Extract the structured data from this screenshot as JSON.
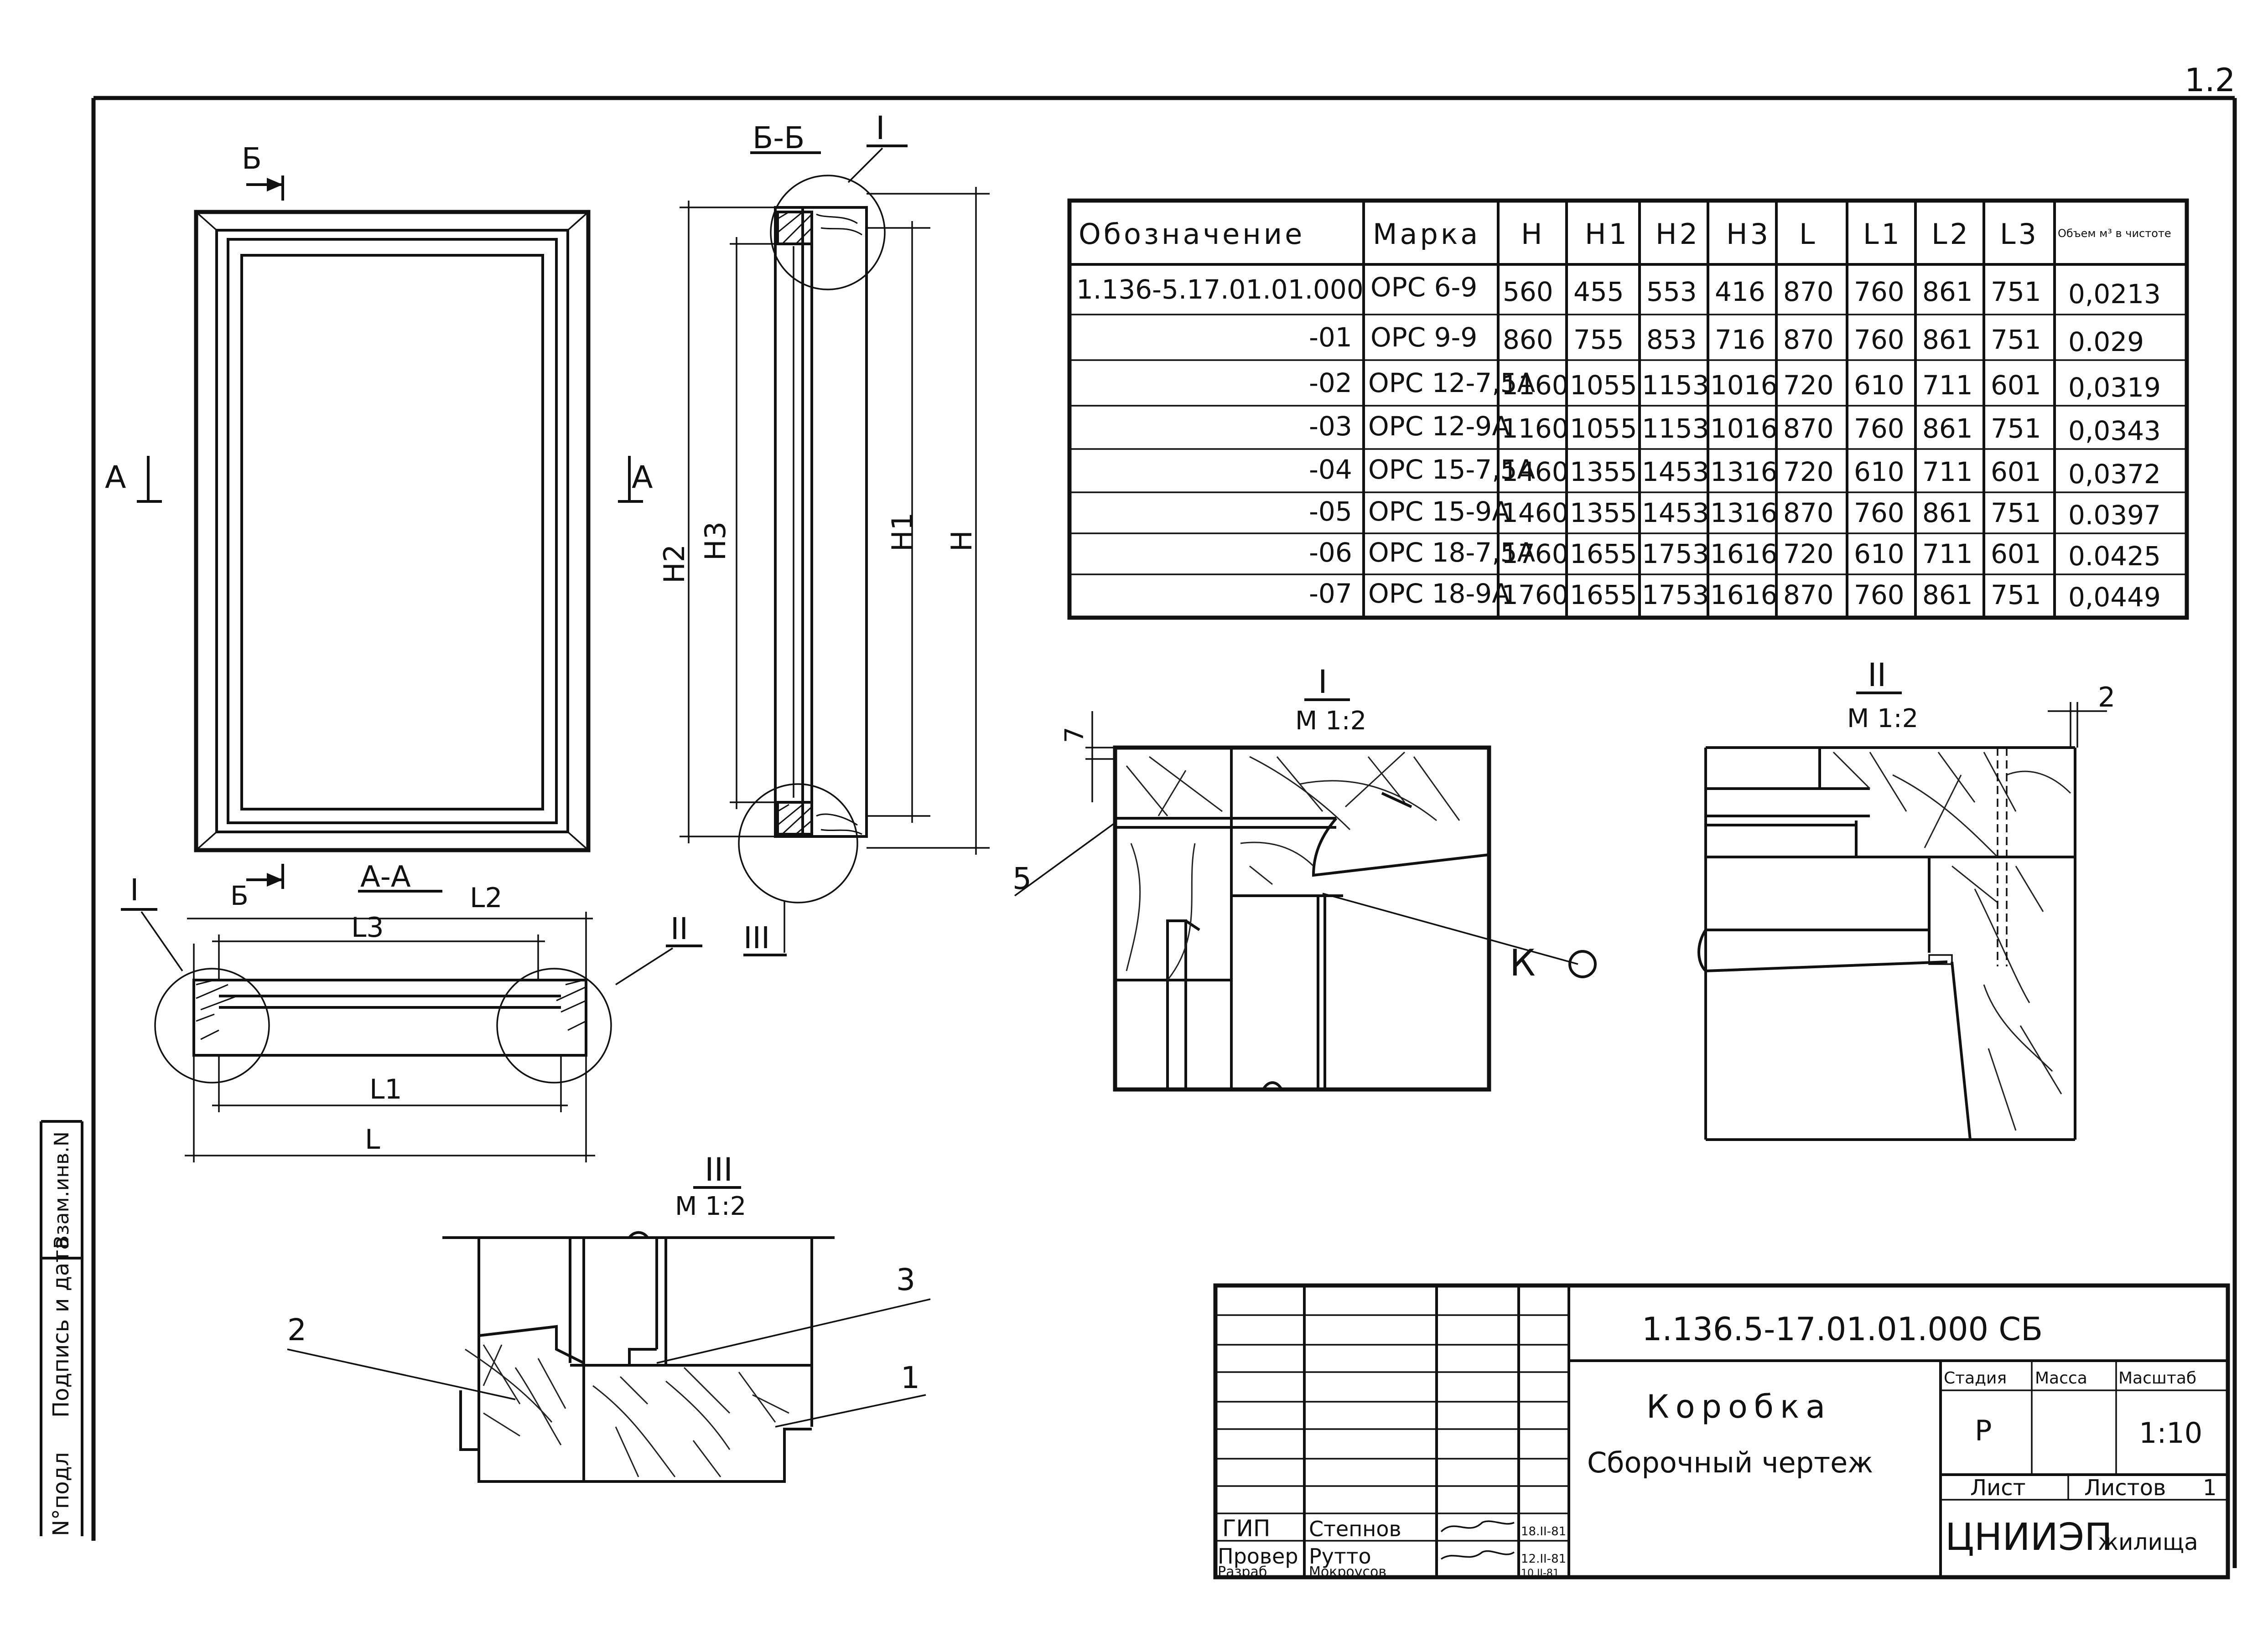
{
  "corner_mark": "1.2",
  "views": {
    "section_bb": "Б-Б",
    "section_aa": "А-А",
    "cut_b_top": "Б",
    "cut_b_bottom": "Б",
    "cut_a_left": "А",
    "cut_a_right": "А",
    "callout_1": "I",
    "callout_2": "II",
    "callout_3": "III",
    "dim_H": "H",
    "dim_H1": "H1",
    "dim_H2": "H2",
    "dim_H3": "H3",
    "dim_L": "L",
    "dim_L1": "L1",
    "dim_L2": "L2",
    "dim_L3": "L3"
  },
  "details": {
    "detail_1": {
      "title": "I",
      "scale": "М 1:2",
      "dim_7": "7",
      "pos_5": "5",
      "mark_k": "К"
    },
    "detail_2": {
      "title": "II",
      "scale": "М 1:2",
      "dim_2": "2"
    },
    "detail_3": {
      "title": "III",
      "scale": "М 1:2",
      "pos_1": "1",
      "pos_2": "2",
      "pos_3": "3"
    }
  },
  "table": {
    "headers": [
      "Обозначение",
      "Марка",
      "H",
      "H1",
      "H2",
      "H3",
      "L",
      "L1",
      "L2",
      "L3",
      "Объем м³ в чистоте"
    ],
    "rows": [
      [
        "1.136-5.17.01.01.000",
        "ОРС 6-9",
        "560",
        "455",
        "553",
        "416",
        "870",
        "760",
        "861",
        "751",
        "0,0213"
      ],
      [
        "-01",
        "ОРС 9-9",
        "860",
        "755",
        "853",
        "716",
        "870",
        "760",
        "861",
        "751",
        "0.029"
      ],
      [
        "-02",
        "ОРС 12-7,5А",
        "1160",
        "1055",
        "1153",
        "1016",
        "720",
        "610",
        "711",
        "601",
        "0,0319"
      ],
      [
        "-03",
        "ОРС 12-9А",
        "1160",
        "1055",
        "1153",
        "1016",
        "870",
        "760",
        "861",
        "751",
        "0,0343"
      ],
      [
        "-04",
        "ОРС 15-7,5А",
        "1460",
        "1355",
        "1453",
        "1316",
        "720",
        "610",
        "711",
        "601",
        "0,0372"
      ],
      [
        "-05",
        "ОРС 15-9А",
        "1460",
        "1355",
        "1453",
        "1316",
        "870",
        "760",
        "861",
        "751",
        "0.0397"
      ],
      [
        "-06",
        "ОРС 18-7,5А",
        "1760",
        "1655",
        "1753",
        "1616",
        "720",
        "610",
        "711",
        "601",
        "0.0425"
      ],
      [
        "-07",
        "ОРС 18-9А",
        "1760",
        "1655",
        "1753",
        "1616",
        "870",
        "760",
        "861",
        "751",
        "0,0449"
      ]
    ]
  },
  "title_block": {
    "doc_number": "1.136.5-17.01.01.000 СБ",
    "name_line1": "Коробка",
    "name_line2": "Сборочный чертеж",
    "stage_label": "Стадия",
    "mass_label": "Масса",
    "scale_label": "Масштаб",
    "stage_value": "Р",
    "scale_value": "1:10",
    "sheet_label": "Лист",
    "sheets_label": "Листов",
    "sheets_value": "1",
    "org": "ЦНИИЭП",
    "org_suffix": "жилища",
    "signatures": [
      {
        "role": "ГИП",
        "name": "Степнов",
        "date": "18.II-81"
      },
      {
        "role": "Провер",
        "name": "Рутто",
        "date": "12.II-81"
      },
      {
        "role": "Разраб",
        "name": "Мокроусов",
        "date": "10.II-81"
      }
    ]
  },
  "side_stamp": {
    "inv_no": "N°подл",
    "sign_date": "Подпись и дата",
    "replace_inv": "Взам.инв.N"
  }
}
